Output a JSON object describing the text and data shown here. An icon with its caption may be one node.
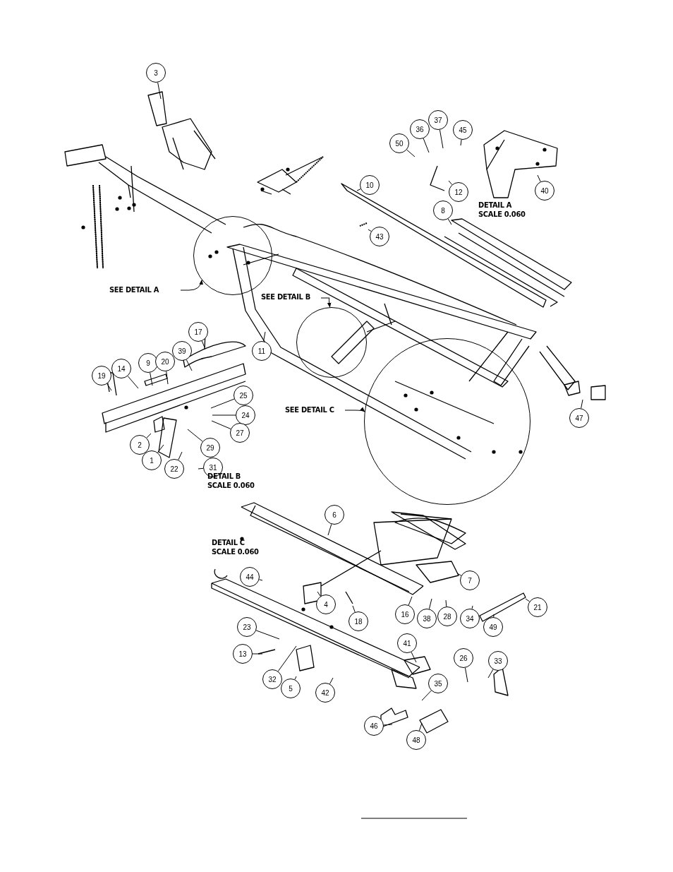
{
  "diagram": {
    "nodes": [
      {
        "text": [
          "3"
        ]
      },
      {
        "text": [
          "50"
        ]
      },
      {
        "text": [
          "36"
        ]
      },
      {
        "text": [
          "37"
        ]
      },
      {
        "text": [
          "45"
        ]
      },
      {
        "text": [
          "12"
        ]
      },
      {
        "text": [
          "40"
        ]
      },
      {
        "text": [
          "10"
        ]
      },
      {
        "text": [
          "8"
        ]
      },
      {
        "text": [
          "43"
        ]
      },
      {
        "text": [
          "SEE DETAIL A"
        ]
      },
      {
        "text": [],
        "shape": "circle"
      },
      {
        "text": [
          "SEE DETAIL B"
        ]
      },
      {
        "text": [],
        "shape": "circle"
      },
      {
        "text": [
          "17"
        ]
      },
      {
        "text": [
          "39"
        ]
      },
      {
        "text": [
          "14"
        ]
      },
      {
        "text": [
          "9"
        ]
      },
      {
        "text": [
          "20"
        ]
      },
      {
        "text": [
          "19"
        ]
      },
      {
        "text": [
          "11"
        ]
      },
      {
        "text": [
          "SEE DETAIL C"
        ]
      },
      {
        "text": [],
        "shape": "circle"
      },
      {
        "text": [
          "25"
        ]
      },
      {
        "text": [
          "24"
        ]
      },
      {
        "text": [
          "27"
        ]
      },
      {
        "text": [
          "29"
        ]
      },
      {
        "text": [
          "31"
        ]
      },
      {
        "text": [
          "2"
        ]
      },
      {
        "text": [
          "1"
        ]
      },
      {
        "text": [
          "22"
        ]
      },
      {
        "text": [
          "47"
        ]
      },
      {
        "text": [
          "6"
        ]
      },
      {
        "text": [
          "7"
        ]
      },
      {
        "text": [
          "44"
        ]
      },
      {
        "text": [
          "4"
        ]
      },
      {
        "text": [
          "18"
        ]
      },
      {
        "text": [
          "16"
        ]
      },
      {
        "text": [
          "38"
        ]
      },
      {
        "text": [
          "28"
        ]
      },
      {
        "text": [
          "34"
        ]
      },
      {
        "text": [
          "49"
        ]
      },
      {
        "text": [
          "21"
        ]
      },
      {
        "text": [
          "23"
        ]
      },
      {
        "text": [
          "13"
        ]
      },
      {
        "text": [
          "32"
        ]
      },
      {
        "text": [
          "5"
        ]
      },
      {
        "text": [
          "42"
        ]
      },
      {
        "text": [
          "41"
        ]
      },
      {
        "text": [
          "26"
        ]
      },
      {
        "text": [
          "33"
        ]
      },
      {
        "text": [
          "35"
        ]
      },
      {
        "text": [
          "46"
        ]
      },
      {
        "text": [
          "48"
        ]
      }
    ],
    "edges": [
      {
        "from": 0,
        "to": null,
        "arrow": "none"
      },
      {
        "from": 1,
        "to": null,
        "arrow": "none"
      },
      {
        "from": 2,
        "to": null,
        "arrow": "none"
      },
      {
        "from": 3,
        "to": null,
        "arrow": "none"
      },
      {
        "from": 4,
        "to": null,
        "arrow": "none"
      },
      {
        "from": 5,
        "to": null,
        "arrow": "none"
      },
      {
        "from": 6,
        "to": null,
        "arrow": "none"
      },
      {
        "from": 7,
        "to": null,
        "arrow": "none"
      },
      {
        "from": 8,
        "to": null,
        "arrow": "none"
      },
      {
        "from": 9,
        "to": null,
        "arrow": "none"
      },
      {
        "from": 10,
        "to": 11,
        "arrow": "to"
      },
      {
        "from": 12,
        "to": 13,
        "arrow": "to"
      },
      {
        "from": 14,
        "to": null,
        "arrow": "none"
      },
      {
        "from": 15,
        "to": null,
        "arrow": "none"
      },
      {
        "from": 16,
        "to": null,
        "arrow": "none"
      },
      {
        "from": 17,
        "to": null,
        "arrow": "none"
      },
      {
        "from": 18,
        "to": null,
        "arrow": "none"
      },
      {
        "from": 19,
        "to": null,
        "arrow": "none"
      },
      {
        "from": 20,
        "to": null,
        "arrow": "none"
      },
      {
        "from": 21,
        "to": 22,
        "arrow": "to"
      },
      {
        "from": 23,
        "to": null,
        "arrow": "none"
      },
      {
        "from": 24,
        "to": null,
        "arrow": "none"
      },
      {
        "from": 25,
        "to": null,
        "arrow": "none"
      },
      {
        "from": 26,
        "to": null,
        "arrow": "none"
      },
      {
        "from": 27,
        "to": null,
        "arrow": "none"
      },
      {
        "from": 28,
        "to": null,
        "arrow": "none"
      },
      {
        "from": 29,
        "to": null,
        "arrow": "none"
      },
      {
        "from": 30,
        "to": null,
        "arrow": "none"
      },
      {
        "from": 31,
        "to": null,
        "arrow": "none"
      },
      {
        "from": 32,
        "to": null,
        "arrow": "none"
      },
      {
        "from": 33,
        "to": null,
        "arrow": "none"
      },
      {
        "from": 34,
        "to": null,
        "arrow": "none"
      },
      {
        "from": 35,
        "to": null,
        "arrow": "none"
      },
      {
        "from": 36,
        "to": null,
        "arrow": "none"
      },
      {
        "from": 37,
        "to": null,
        "arrow": "none"
      },
      {
        "from": 38,
        "to": null,
        "arrow": "none"
      },
      {
        "from": 39,
        "to": null,
        "arrow": "none"
      },
      {
        "from": 40,
        "to": null,
        "arrow": "none"
      },
      {
        "from": 41,
        "to": null,
        "arrow": "none"
      },
      {
        "from": 42,
        "to": null,
        "arrow": "none"
      },
      {
        "from": 43,
        "to": null,
        "arrow": "none"
      },
      {
        "from": 44,
        "to": null,
        "arrow": "none"
      },
      {
        "from": 45,
        "to": null,
        "arrow": "none"
      },
      {
        "from": 46,
        "to": null,
        "arrow": "none"
      },
      {
        "from": 47,
        "to": null,
        "arrow": "none"
      },
      {
        "from": 48,
        "to": null,
        "arrow": "none"
      },
      {
        "from": 49,
        "to": null,
        "arrow": "none"
      },
      {
        "from": 50,
        "to": null,
        "arrow": "none"
      },
      {
        "from": 51,
        "to": null,
        "arrow": "none"
      },
      {
        "from": 52,
        "to": null,
        "arrow": "none"
      },
      {
        "from": 53,
        "to": null,
        "arrow": "none"
      }
    ],
    "labels": [
      "DETAIL A SCALE 0.060",
      "DETAIL B SCALE 0.060",
      "DETAIL C SCALE 0.060"
    ]
  }
}
